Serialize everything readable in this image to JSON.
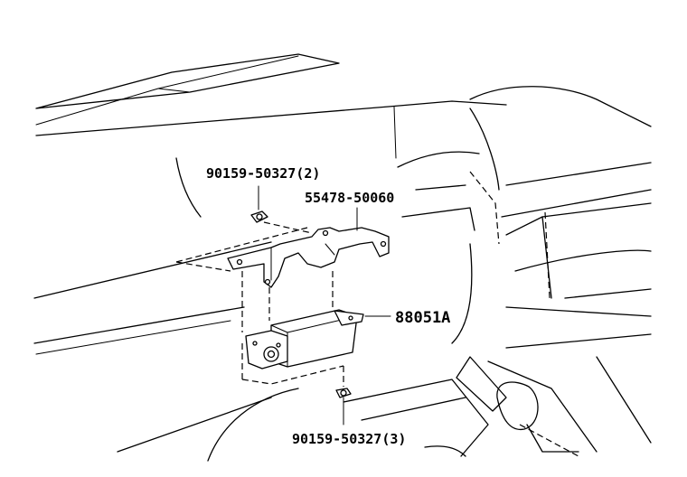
{
  "callouts": {
    "screw_top": "90159-50327(2)",
    "bracket": "55478-50060",
    "module": "88051A",
    "screw_bottom": "90159-50327(3)"
  }
}
